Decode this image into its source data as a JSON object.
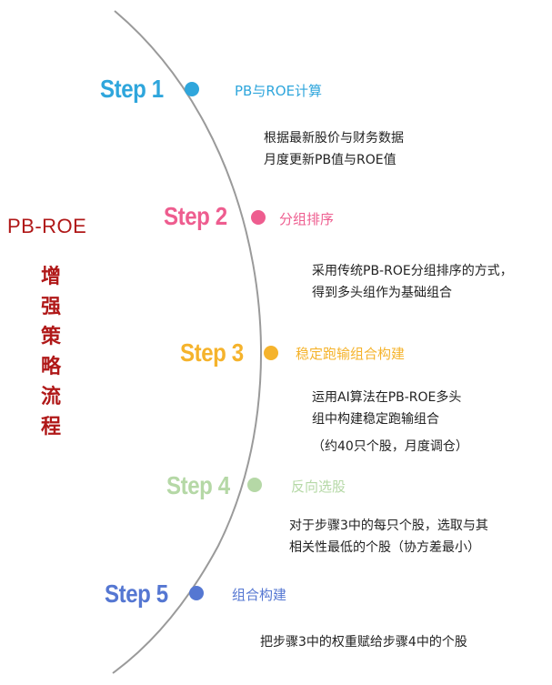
{
  "side": {
    "title": "PB-ROE",
    "subtitle": "增强策略流程",
    "color": "#b01818"
  },
  "steps": [
    {
      "label": "Step 1",
      "title": "PB与ROE计算",
      "color": "#2fa6dc",
      "desc": [
        "根据最新股价与财务数据",
        "月度更新PB值与ROE值"
      ]
    },
    {
      "label": "Step 2",
      "title": "分组排序",
      "color": "#ee5d8f",
      "desc": [
        "采用传统PB-ROE分组排序的方式，",
        "得到多头组作为基础组合"
      ]
    },
    {
      "label": "Step 3",
      "title": "稳定跑输组合构建",
      "color": "#f5b32c",
      "desc": [
        "运用AI算法在PB-ROE多头",
        "组中构建稳定跑输组合",
        "（约40只个股，月度调仓）"
      ]
    },
    {
      "label": "Step 4",
      "title": "反向选股",
      "color": "#b5d8a6",
      "desc": [
        "对于步骤3中的每只个股，选取与其",
        "相关性最低的个股（协方差最小）"
      ]
    },
    {
      "label": "Step 5",
      "title": "组合构建",
      "color": "#5577d2",
      "desc": [
        "把步骤3中的权重赋给步骤4中的个股"
      ]
    }
  ]
}
